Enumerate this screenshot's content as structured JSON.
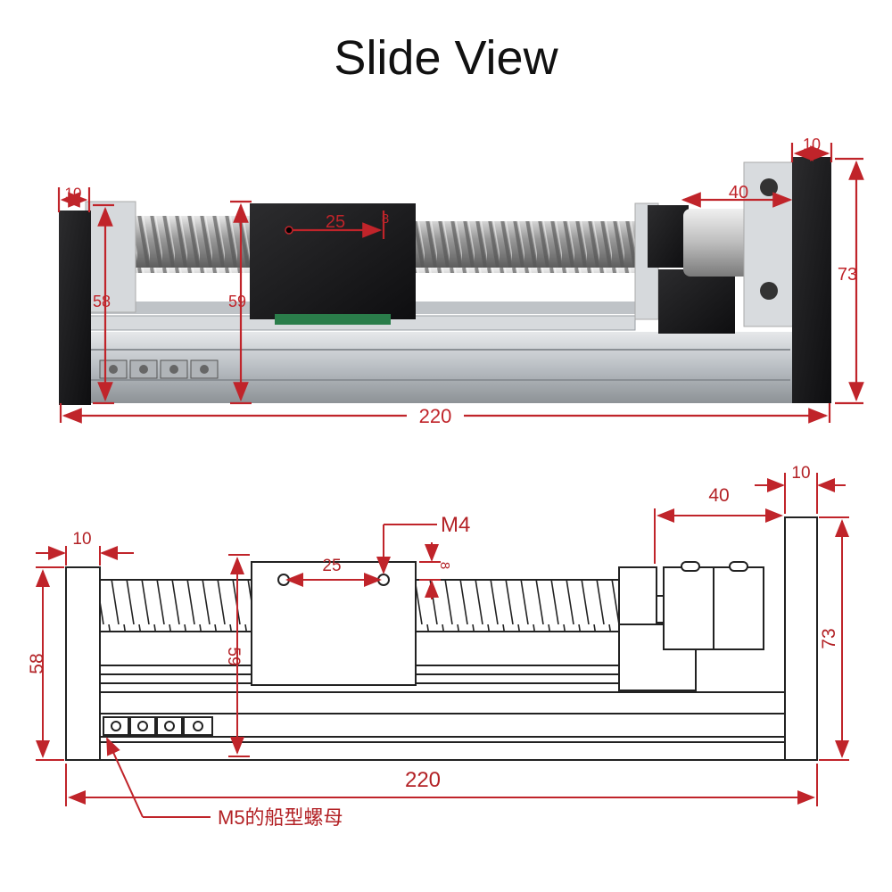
{
  "title": "Slide View",
  "photo": {
    "dims": {
      "left_end_width": "10",
      "right_end_width": "10",
      "motor_mount_length": "40",
      "total_height": "73",
      "total_length": "220",
      "end_height": "58",
      "carriage_height": "59",
      "carriage_hole_spacing": "25",
      "carriage_hole_offset": "8"
    }
  },
  "drawing": {
    "dims": {
      "left_end_width": "10",
      "right_end_width": "10",
      "motor_mount_length": "40",
      "total_height": "73",
      "total_length": "220",
      "end_height": "58",
      "carriage_height": "59",
      "carriage_hole_spacing": "25",
      "carriage_hole_offset": "8",
      "hole_thread": "M4"
    },
    "nut_callout": "M5的船型螺母"
  },
  "colors": {
    "dimension": "#c0242a",
    "aluminum": "#c8ccd0",
    "black_anodized": "#1c1c1e",
    "outline": "#222222"
  }
}
